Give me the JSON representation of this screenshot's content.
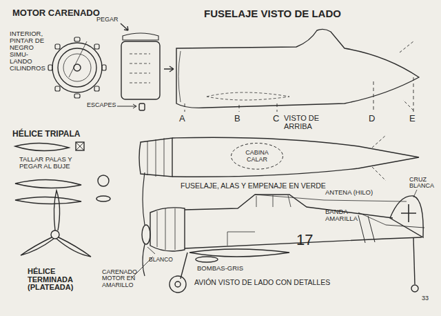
{
  "diagram": {
    "nodes": [
      {
        "text": [
          "CABINA CALAR"
        ]
      }
    ],
    "labels": [
      "MOTOR CARENADO",
      "FUSELAJE VISTO DE LADO",
      "INTERIOR, PINTAR DE NEGRO SIMU- LANDO CILINDROS",
      "PEGAR",
      "ESCAPES",
      "A",
      "B",
      "C",
      "D",
      "E",
      "VISTO DE ARRIBA",
      "HÉLICE TRIPALA",
      "TALLAR PALAS Y PEGAR AL BUJE",
      "FUSELAJE, ALAS Y EMPENAJE EN VERDE",
      "ANTENA (HILO)",
      "CRUZ BLANCA",
      "BANDA AMARILLA",
      "17",
      "BLANCO",
      "BOMBAS-GRIS",
      "HÉLICE TERMINADA (PLATEADA)",
      "CARENADO MOTOR EN AMARILLO",
      "AVIÓN VISTO DE LADO CON DETALLES",
      "33"
    ]
  }
}
